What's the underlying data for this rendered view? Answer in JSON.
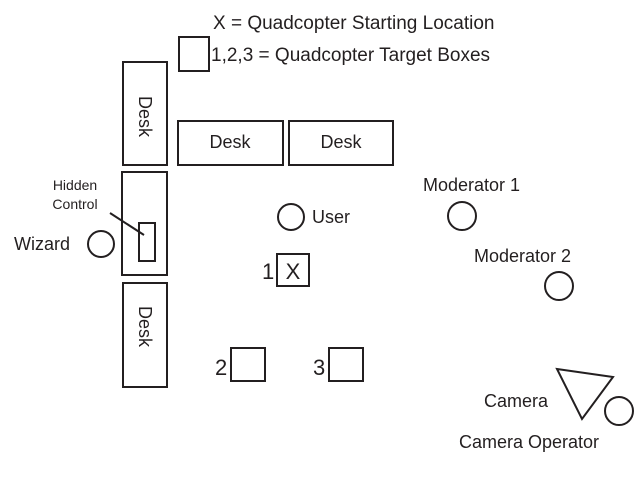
{
  "legend": {
    "start_text": "X = Quadcopter Starting Location",
    "targets_text": "1,2,3 = Quadcopter Target Boxes"
  },
  "furniture": {
    "desk_label": "Desk",
    "hidden_control_line1": "Hidden",
    "hidden_control_line2": "Control"
  },
  "people": {
    "wizard": "Wizard",
    "user": "User",
    "moderator_1": "Moderator 1",
    "moderator_2": "Moderator 2",
    "camera": "Camera",
    "camera_operator": "Camera Operator"
  },
  "boxes": {
    "start_mark": "X",
    "target_1": "1",
    "target_2": "2",
    "target_3": "3"
  }
}
